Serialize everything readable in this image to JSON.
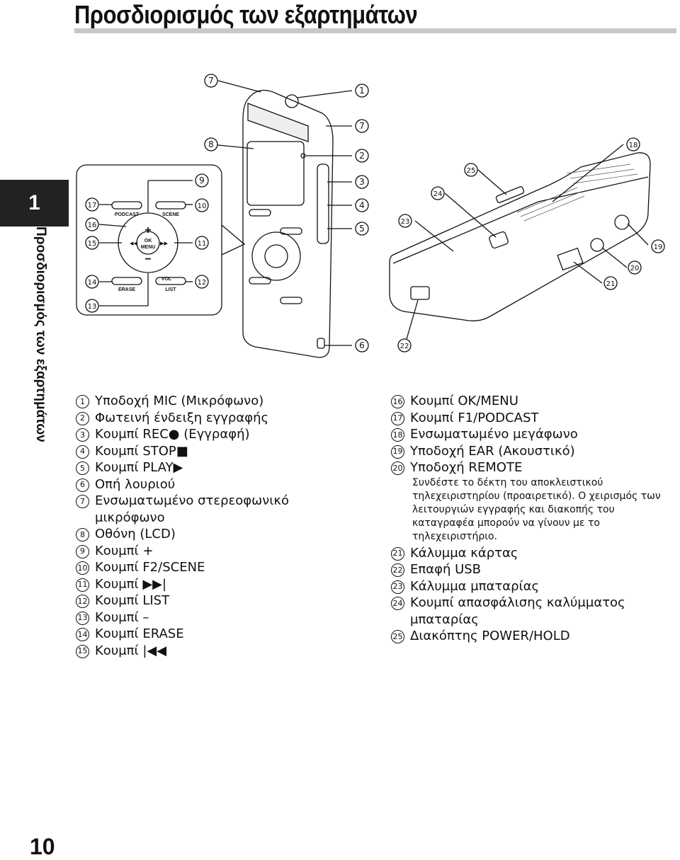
{
  "page": {
    "title": "Προσδιορισμός των εξαρτημάτων",
    "chapter_number": "1",
    "side_label": "Προσδιορισμός των εξαρτημάτων",
    "page_number": "10"
  },
  "diagram": {
    "callouts": [
      "1",
      "2",
      "3",
      "4",
      "5",
      "6",
      "7",
      "7",
      "8",
      "9",
      "10",
      "11",
      "12",
      "13",
      "14",
      "15",
      "16",
      "17",
      "18",
      "19",
      "20",
      "21",
      "22",
      "23",
      "24",
      "25"
    ],
    "button_labels": {
      "podcast": "PODCAST",
      "scene": "SCENE",
      "erase": "ERASE",
      "list": "LIST",
      "ok": "OK",
      "menu": "MENU",
      "plus": "+",
      "minus": "−",
      "vol": "VOL"
    }
  },
  "parts_left": [
    {
      "n": "1",
      "label": "Υποδοχή MIC (Μικρόφωνο)"
    },
    {
      "n": "2",
      "label": "Φωτεινή ένδειξη εγγραφής"
    },
    {
      "n": "3",
      "label": "Κουμπί REC● (Εγγραφή)"
    },
    {
      "n": "4",
      "label": "Κουμπί STOP■"
    },
    {
      "n": "5",
      "label": "Κουμπί PLAY▶"
    },
    {
      "n": "6",
      "label": "Οπή λουριού"
    },
    {
      "n": "7",
      "label": "Ενσωματωμένο στερεοφωνικό μικρόφωνο"
    },
    {
      "n": "8",
      "label": "Οθόνη (LCD)"
    },
    {
      "n": "9",
      "label": "Κουμπί +"
    },
    {
      "n": "10",
      "label": "Κουμπί F2/SCENE"
    },
    {
      "n": "11",
      "label": "Κουμπί ▶▶|"
    },
    {
      "n": "12",
      "label": "Κουμπί LIST"
    },
    {
      "n": "13",
      "label": "Κουμπί –"
    },
    {
      "n": "14",
      "label": "Κουμπί ERASE"
    },
    {
      "n": "15",
      "label": "Κουμπί |◀◀"
    }
  ],
  "parts_right": [
    {
      "n": "16",
      "label": "Κουμπί OK/MENU"
    },
    {
      "n": "17",
      "label": "Κουμπί F1/PODCAST"
    },
    {
      "n": "18",
      "label": "Ενσωματωμένο μεγάφωνο"
    },
    {
      "n": "19",
      "label": "Υποδοχή EAR (Ακουστικό)"
    },
    {
      "n": "20",
      "label": "Υποδοχή REMOTE"
    },
    {
      "n": "21",
      "label": "Κάλυμμα κάρτας"
    },
    {
      "n": "22",
      "label": "Επαφή USB"
    },
    {
      "n": "23",
      "label": "Κάλυμμα μπαταρίας"
    },
    {
      "n": "24",
      "label": "Κουμπί απασφάλισης καλύμματος μπαταρίας"
    },
    {
      "n": "25",
      "label": "Διακόπτης POWER/HOLD"
    }
  ],
  "remote_note": "Συνδέστε το δέκτη του αποκλειστικού τηλεχειριστηρίου (προαιρετικό). Ο χειρισμός των λειτουργιών εγγραφής και διακοπής του καταγραφέα μπορούν να γίνουν με το τηλεχειριστήριο."
}
